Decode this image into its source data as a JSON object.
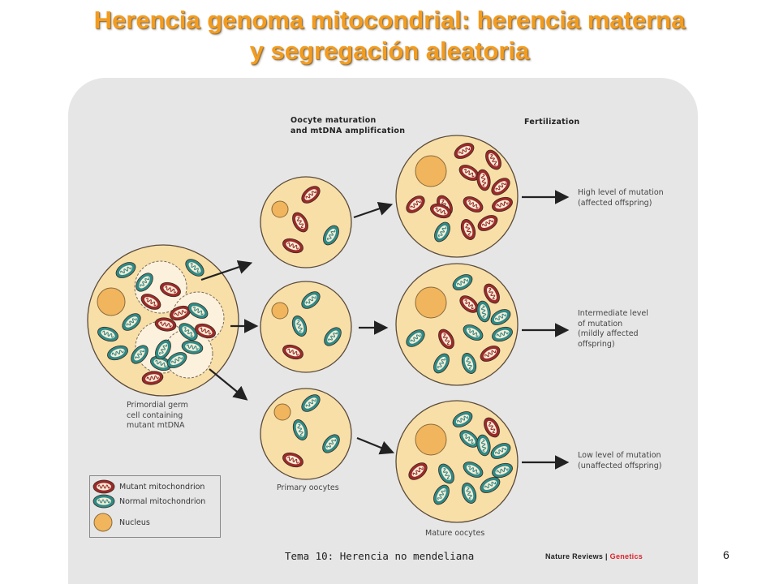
{
  "title": {
    "line1": "Herencia genoma mitocondrial: herencia materna",
    "line2": "y segregación aleatoria"
  },
  "headers": {
    "maturation_line1": "Oocyte maturation",
    "maturation_line2": "and mtDNA amplification",
    "fertilization": "Fertilization"
  },
  "labels": {
    "germ_cell": [
      "Primordial germ",
      "cell containing",
      "mutant mtDNA"
    ],
    "primary": "Primary oocytes",
    "mature": "Mature oocytes"
  },
  "outcomes": {
    "high": [
      "High level of mutation",
      "(affected offspring)"
    ],
    "intermediate": [
      "Intermediate level",
      "of mutation",
      "(mildly affected",
      "offspring)"
    ],
    "low": [
      "Low level of mutation",
      "(unaffected offspring)"
    ]
  },
  "legend": {
    "mutant": "Mutant mitochondrion",
    "normal": "Normal mitochondrion",
    "nucleus": "Nucleus"
  },
  "colors": {
    "title": "#f39c1f",
    "cell_fill": "#f8dfa8",
    "mutant": "#9b2a2a",
    "normal": "#2e8a86",
    "nucleus": "#f1b55e"
  },
  "footer": {
    "course": "Tema 10: Herencia no mendeliana",
    "credit_left": "Nature Reviews | ",
    "credit_right": "Genetics",
    "page": "6"
  }
}
